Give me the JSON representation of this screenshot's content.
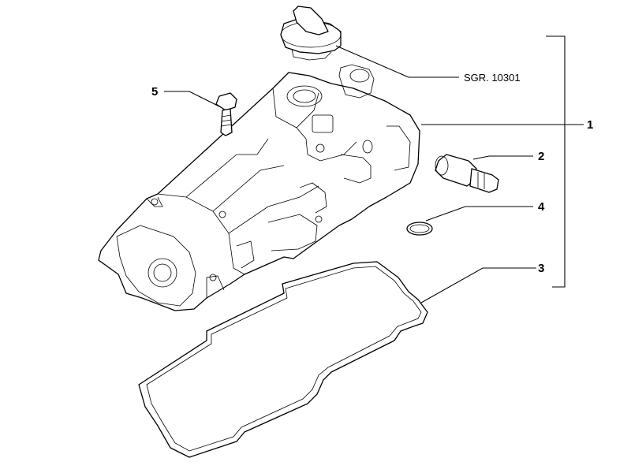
{
  "callouts": {
    "c1": "1",
    "c2": "2",
    "c3": "3",
    "c4": "4",
    "c5": "5",
    "ref": "SGR. 10301"
  },
  "icons": {
    "oil_cap": "oil-filler-cap-icon",
    "valve_cover": "valve-cover-icon",
    "sensor": "sensor-icon",
    "oring": "o-ring-icon",
    "gasket": "gasket-icon",
    "bolt": "bolt-icon"
  }
}
